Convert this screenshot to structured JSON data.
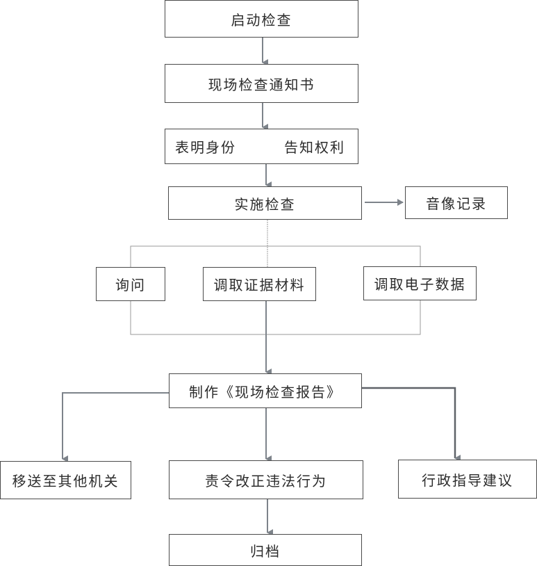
{
  "diagram": {
    "type": "flowchart",
    "colors": {
      "box_border": "#4a4a4a",
      "arrow": "#7d838a",
      "bracket": "#9a9a9a",
      "text": "#2b2b2b"
    },
    "nodes": {
      "start": "启动检查",
      "notice": "现场检查通知书",
      "identify": "表明身份",
      "inform": "告知权利",
      "inspect": "实施检查",
      "av_record": "音像记录",
      "inquiry": "询问",
      "evidence": "调取证据材料",
      "e_data": "调取电子数据",
      "report": "制作《现场检查报告》",
      "transfer": "移送至其他机关",
      "correct": "责令改正违法行为",
      "guidance": "行政指导建议",
      "archive": "归档"
    },
    "edges": [
      [
        "start",
        "notice"
      ],
      [
        "notice",
        "identify_inform"
      ],
      [
        "identify_inform",
        "inspect"
      ],
      [
        "inspect",
        "av_record"
      ],
      [
        "inspect",
        "inquiry"
      ],
      [
        "inspect",
        "evidence"
      ],
      [
        "inspect",
        "e_data"
      ],
      [
        "inquiry_evidence_e_data",
        "report"
      ],
      [
        "report",
        "transfer"
      ],
      [
        "report",
        "correct"
      ],
      [
        "report",
        "guidance"
      ],
      [
        "correct",
        "archive"
      ]
    ]
  }
}
